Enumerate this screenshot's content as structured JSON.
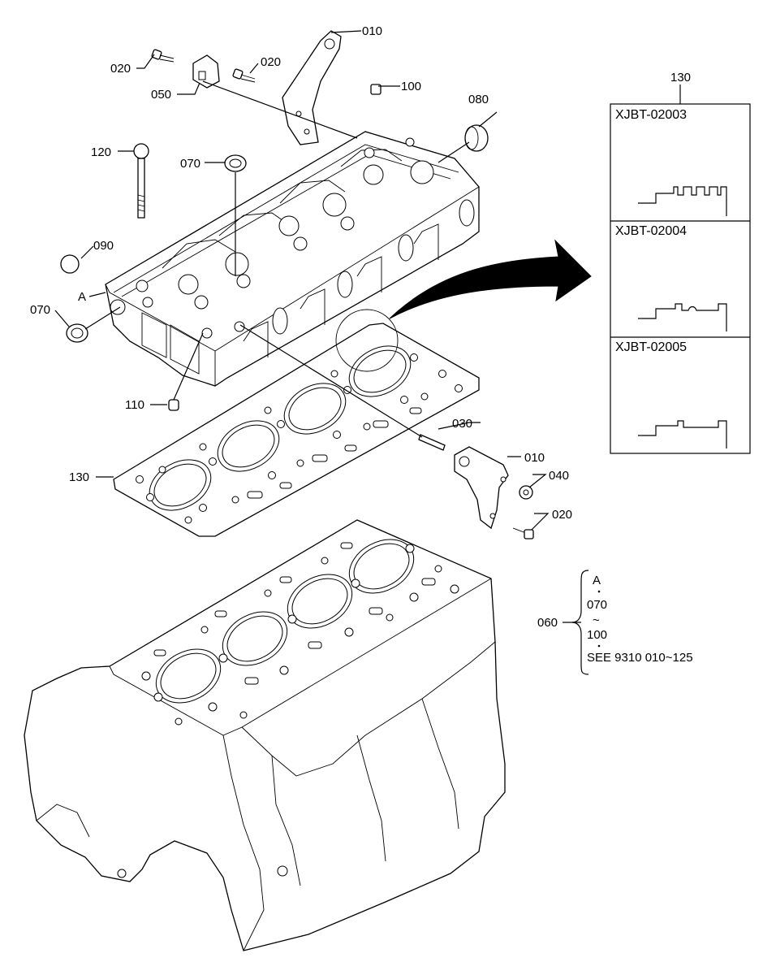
{
  "callouts": {
    "c010a": "010",
    "c020a": "020",
    "c050": "050",
    "c020b": "020",
    "c100": "100",
    "c080": "080",
    "c120": "120",
    "c070a": "070",
    "c090": "090",
    "cA": "A",
    "c070b": "070",
    "c110": "110",
    "c030": "030",
    "c010b": "010",
    "c040": "040",
    "c020c": "020",
    "c130": "130",
    "c130box": "130",
    "c060": "060"
  },
  "gasket_variants": [
    "XJBT-02003",
    "XJBT-02004",
    "XJBT-02005"
  ],
  "note_060": {
    "line1": "A",
    "line2": "070",
    "line3": "~",
    "line4": "100",
    "line5": "SEE 9310 010~125"
  }
}
